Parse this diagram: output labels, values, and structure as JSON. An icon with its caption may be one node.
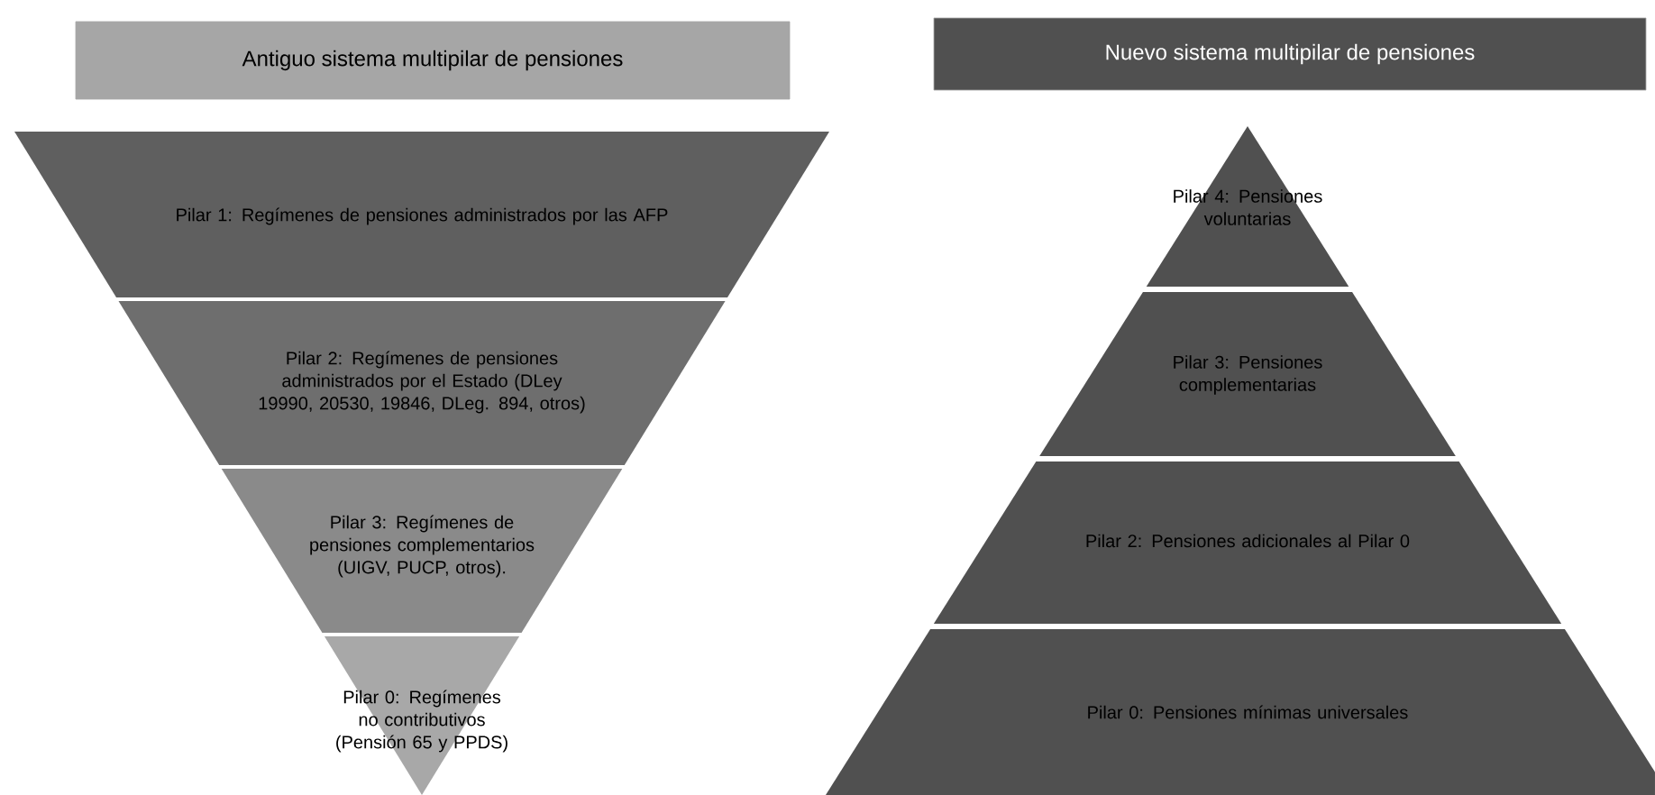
{
  "diagram": {
    "nodes": [
      {
        "text": [
          "Antiguo sistema multipilar de pensiones"
        ]
      },
      {
        "text": [
          "Pilar 1: Regímenes de pensiones administrados por las AFP"
        ]
      },
      {
        "text": [
          "Pilar 2: Regímenes de pensiones administrados por el Estado (DLey 19990, 20530, 19846, DLeg. 894, otros)"
        ]
      },
      {
        "text": [
          "Pilar 3: Regímenes de pensiones complementarios (UIGV, PUCP, otros)."
        ]
      },
      {
        "text": [
          "Pilar 0: Regímenes no contributivos (Pensión 65 y PPDS)"
        ]
      },
      {
        "text": [
          "Nuevo sistema multipilar de pensiones"
        ]
      },
      {
        "text": [
          "Pilar 4: Pensiones voluntarias"
        ]
      },
      {
        "text": [
          "Pilar 3: Pensiones complementarias"
        ]
      },
      {
        "text": [
          "Pilar 2: Pensiones adicionales al Pilar 0"
        ]
      },
      {
        "text": [
          "Pilar 0: Pensiones mínimas universales"
        ]
      }
    ]
  }
}
